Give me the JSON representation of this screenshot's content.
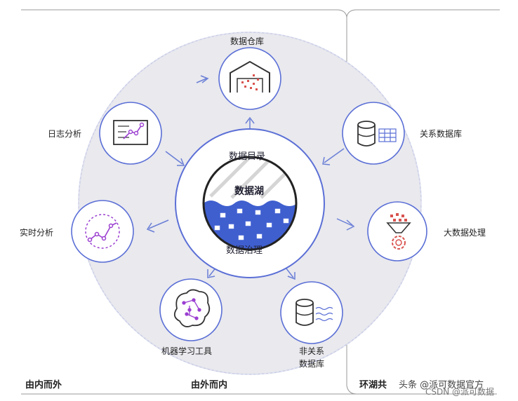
{
  "nodes": {
    "warehouse": "数据仓库",
    "relational": "关系数据库",
    "bigdata": "大数据处理",
    "nonrel_line1": "非关系",
    "nonrel_line2": "数据库",
    "ml": "机器学习工具",
    "realtime": "实时分析",
    "log": "日志分析"
  },
  "center": {
    "catalog": "数据目录",
    "lake": "数据湖",
    "governance": "数据治理"
  },
  "bottom": {
    "inside_out": "由内而外",
    "outside_in": "由外而内",
    "around_lake": "环湖共"
  },
  "watermark": {
    "main": "头条 @派可数据官方",
    "sub": "CSDN @派可数据"
  },
  "colors": {
    "ring": "#e9e9ee",
    "accent": "#5b6fd6",
    "water": "#3f5fcf",
    "purple": "#9b3fd1",
    "red": "#d9534f"
  }
}
